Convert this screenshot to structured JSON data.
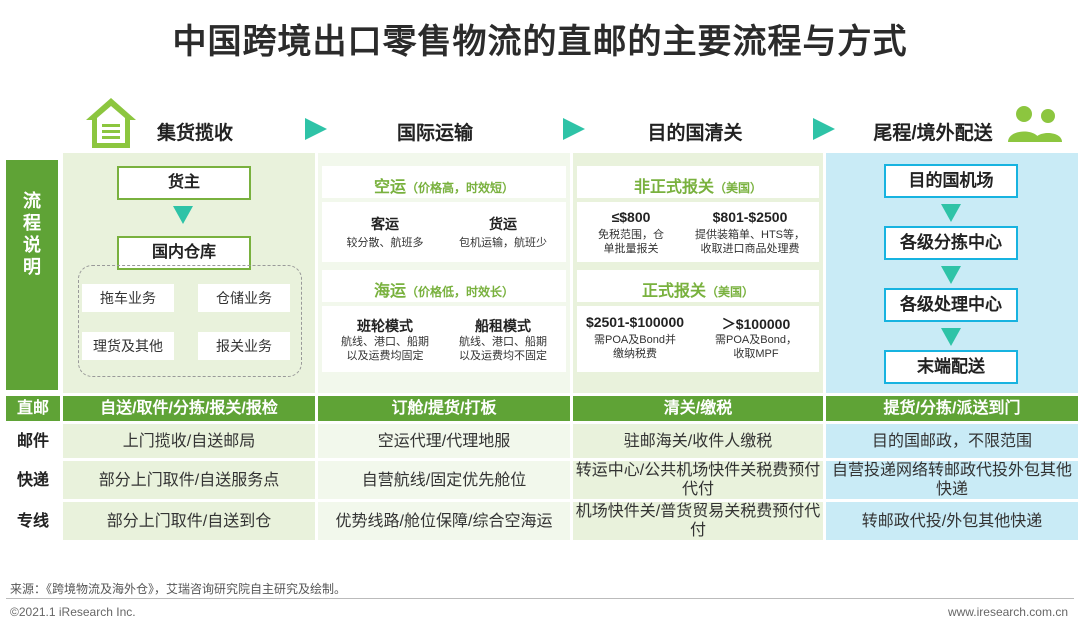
{
  "title": "中国跨境出口零售物流的直邮的主要流程与方式",
  "stages": [
    "集货揽收",
    "国际运输",
    "目的国清关",
    "尾程/境外配送"
  ],
  "side_label": "流程说明",
  "col1": {
    "box1": "货主",
    "box2": "国内仓库",
    "tasks": [
      "拖车业务",
      "仓储业务",
      "理货及其他",
      "报关业务"
    ]
  },
  "col2": {
    "air": {
      "title": "空运",
      "note": "（价格高，时效短）",
      "items": [
        {
          "name": "客运",
          "desc": "较分散、航班多"
        },
        {
          "name": "货运",
          "desc": "包机运输，航班少"
        }
      ]
    },
    "sea": {
      "title": "海运",
      "note": "（价格低，时效长）",
      "items": [
        {
          "name": "班轮模式",
          "desc1": "航线、港口、船期",
          "desc2": "以及运费均固定"
        },
        {
          "name": "船租模式",
          "desc1": "航线、港口、船期",
          "desc2": "以及运费均不固定"
        }
      ]
    }
  },
  "col3": {
    "informal": {
      "title": "非正式报关",
      "note": "（美国）",
      "items": [
        {
          "name": "≤$800",
          "desc1": "免税范围，仓",
          "desc2": "单批量报关"
        },
        {
          "name": "$801-$2500",
          "desc1": "提供装箱单、HTS等，",
          "desc2": "收取进口商品处理费"
        }
      ]
    },
    "formal": {
      "title": "正式报关",
      "note": "（美国）",
      "items": [
        {
          "name": "$2501-$100000",
          "desc1": "需POA及Bond并",
          "desc2": "缴纳税费"
        },
        {
          "name": "＞$100000",
          "desc1": "需POA及Bond，",
          "desc2": "收取MPF"
        }
      ]
    }
  },
  "col4": {
    "steps": [
      "目的国机场",
      "各级分拣中心",
      "各级处理中心",
      "末端配送"
    ]
  },
  "table": {
    "header": [
      "直邮",
      "自送/取件/分拣/报关/报检",
      "订舱/提货/打板",
      "清关/缴税",
      "提货/分拣/派送到门"
    ],
    "rows": [
      [
        "邮件",
        "上门揽收/自送邮局",
        "空运代理/代理地服",
        "驻邮海关/收件人缴税",
        "目的国邮政，不限范围"
      ],
      [
        "快递",
        "部分上门取件/自送服务点",
        "自营航线/固定优先舱位",
        "转运中心/公共机场快件关税费预付代付",
        "自营投递网络转邮政代投外包其他快递"
      ],
      [
        "专线",
        "部分上门取件/自送到仓",
        "优势线路/舱位保障/综合空海运",
        "机场快件关/普货贸易关税费预付代付",
        "转邮政代投/外包其他快递"
      ]
    ]
  },
  "source": "来源：《跨境物流及海外仓》，艾瑞咨询研究院自主研究及绘制。",
  "copyright": "©2021.1 iResearch Inc.",
  "website": "www.iresearch.com.cn"
}
